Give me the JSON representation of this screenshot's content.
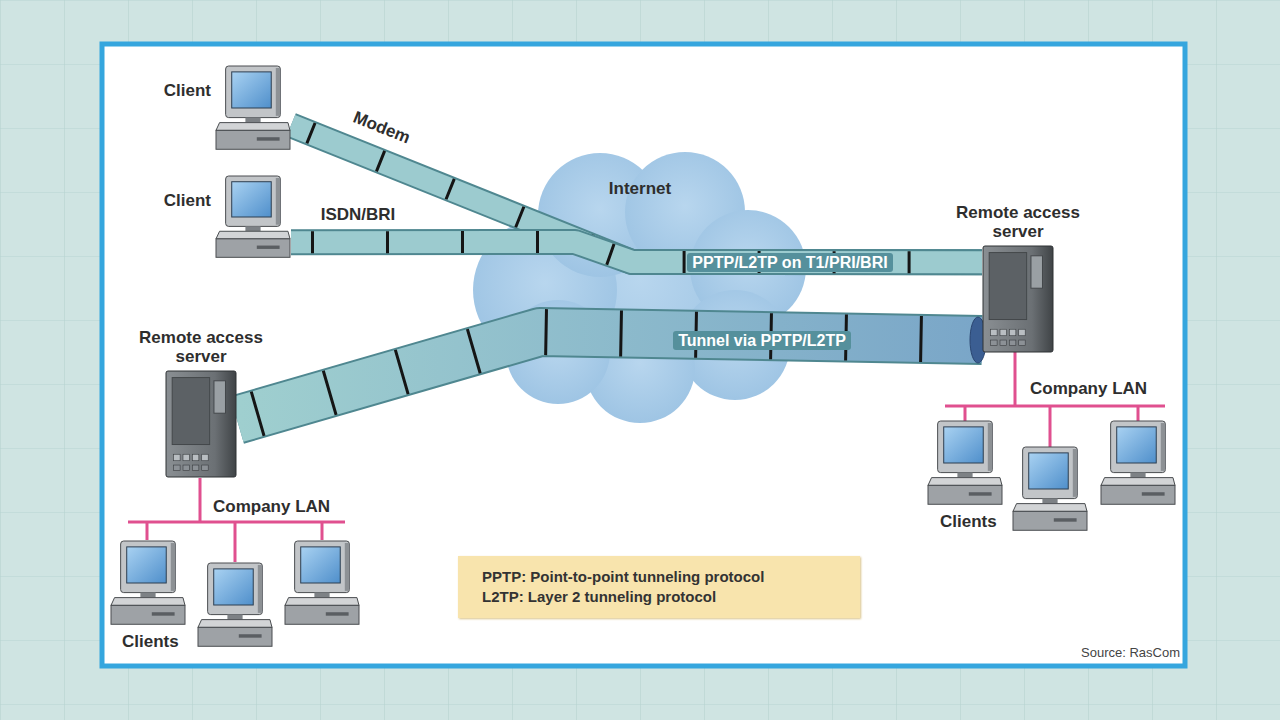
{
  "diagram": {
    "nodes": [
      {
        "text": [
          "Client"
        ]
      },
      {
        "text": [
          "Client"
        ]
      },
      {
        "text": [
          "Internet"
        ]
      },
      {
        "text": [
          "Remote access server"
        ]
      },
      {
        "text": [
          "Remote access server"
        ]
      },
      {
        "text": [
          "PPTP: Point-to-point tunneling protocol",
          "L2TP: Layer 2 tunneling protocol"
        ]
      }
    ],
    "edges": [
      {
        "from": 0,
        "to": 3,
        "arrow": "none",
        "label": "Modem"
      },
      {
        "from": 1,
        "to": 3,
        "arrow": "none",
        "label": "ISDN/BRI"
      },
      {
        "from": 4,
        "to": 3,
        "arrow": "none",
        "label": "Tunnel via PPTP/L2TP"
      }
    ],
    "labels": [
      "PPTP/L2TP on T1/PRI/BRI",
      "Company LAN",
      "Company LAN",
      "Clients",
      "Clients",
      "Source: RasCom"
    ]
  }
}
